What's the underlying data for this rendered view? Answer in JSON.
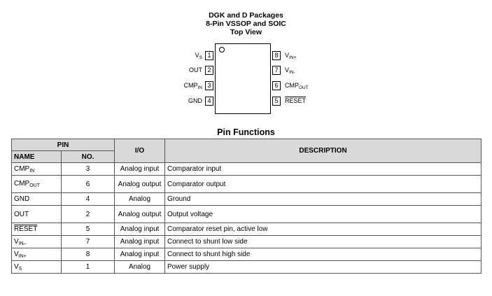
{
  "package_title": [
    "DGK and D Packages",
    "8-Pin VSSOP and SOIC",
    "Top View"
  ],
  "pinout": {
    "left": [
      {
        "num": "1",
        "name": "V",
        "sub": "S",
        "overline": false
      },
      {
        "num": "2",
        "name": "OUT",
        "sub": "",
        "overline": false
      },
      {
        "num": "3",
        "name": "CMP",
        "sub": "IN",
        "overline": false
      },
      {
        "num": "4",
        "name": "GND",
        "sub": "",
        "overline": false
      }
    ],
    "right": [
      {
        "num": "8",
        "name": "V",
        "sub": "IN+",
        "overline": false
      },
      {
        "num": "7",
        "name": "V",
        "sub": "IN-",
        "overline": false
      },
      {
        "num": "6",
        "name": "CMP",
        "sub": "OUT",
        "overline": false
      },
      {
        "num": "5",
        "name": "RESET",
        "sub": "",
        "overline": true
      }
    ]
  },
  "table_title": "Pin Functions",
  "table": {
    "headers": {
      "pin": "PIN",
      "name": "NAME",
      "no": "NO.",
      "io": "I/O",
      "description": "DESCRIPTION"
    },
    "rows": [
      {
        "name": "CMP",
        "sub": "IN",
        "overline": false,
        "no": "3",
        "io": "Analog input",
        "description": "Comparator input"
      },
      {
        "name": "CMP",
        "sub": "OUT",
        "overline": false,
        "no": "6",
        "io": "Analog output",
        "description": "Comparator output"
      },
      {
        "name": "GND",
        "sub": "",
        "overline": false,
        "no": "4",
        "io": "Analog",
        "description": "Ground"
      },
      {
        "name": "OUT",
        "sub": "",
        "overline": false,
        "no": "2",
        "io": "Analog output",
        "description": "Output voltage"
      },
      {
        "name": "RESET",
        "sub": "",
        "overline": true,
        "no": "5",
        "io": "Analog input",
        "description": "Comparator reset pin, active low"
      },
      {
        "name": "V",
        "sub": "IN–",
        "overline": false,
        "no": "7",
        "io": "Analog input",
        "description": "Connect to shunt low side"
      },
      {
        "name": "V",
        "sub": "IN+",
        "overline": false,
        "no": "8",
        "io": "Analog input",
        "description": "Connect to shunt high side"
      },
      {
        "name": "V",
        "sub": "S",
        "overline": false,
        "no": "1",
        "io": "Analog",
        "description": "Power supply"
      }
    ]
  }
}
